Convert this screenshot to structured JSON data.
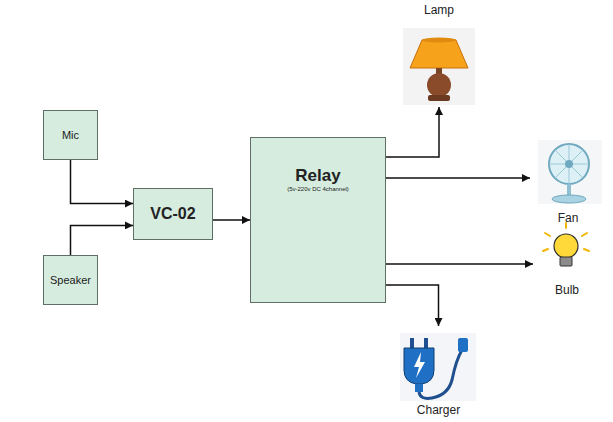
{
  "diagram": {
    "nodes": [
      {
        "text": [
          "Mic"
        ]
      },
      {
        "text": [
          "Speaker"
        ]
      },
      {
        "text": [
          "VC-02"
        ]
      },
      {
        "text": [
          "Relay",
          "(5v-220v DC 4channel)"
        ]
      },
      {
        "text": [
          "Lamp"
        ]
      },
      {
        "text": [
          "Fan"
        ]
      },
      {
        "text": [
          "Bulb"
        ]
      },
      {
        "text": [
          "Charger"
        ]
      }
    ],
    "edges": [
      {
        "from": 0,
        "to": 2,
        "arrow": "to"
      },
      {
        "from": 1,
        "to": 2,
        "arrow": "to"
      },
      {
        "from": 2,
        "to": 3,
        "arrow": "to"
      },
      {
        "from": 3,
        "to": 4,
        "arrow": "to"
      },
      {
        "from": 3,
        "to": 5,
        "arrow": "to"
      },
      {
        "from": 3,
        "to": 6,
        "arrow": "to"
      },
      {
        "from": 3,
        "to": 7,
        "arrow": "to"
      }
    ]
  }
}
